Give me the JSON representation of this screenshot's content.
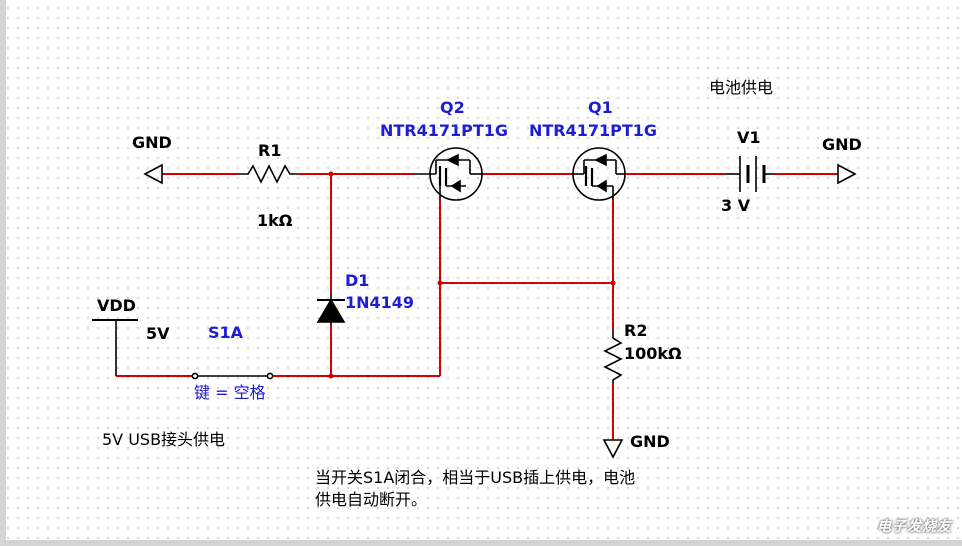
{
  "labels": {
    "battery_power": "电池供电",
    "gnd_left": "GND",
    "r1_name": "R1",
    "r1_value": "1kΩ",
    "q2_name": "Q2",
    "q2_part": "NTR4171PT1G",
    "q1_name": "Q1",
    "q1_part": "NTR4171PT1G",
    "v1_name": "V1",
    "v1_value": "3 V",
    "gnd_right": "GND",
    "d1_name": "D1",
    "d1_part": "1N4149",
    "vdd_name": "VDD",
    "vdd_value": "5V",
    "s1a_name": "S1A",
    "s1a_key": "键 = 空格",
    "r2_name": "R2",
    "r2_value": "100kΩ",
    "gnd_bottom": "GND",
    "usb_power": "5V USB接头供电",
    "note_line1": "当开关S1A闭合，相当于USB插上供电，电池",
    "note_line2": "供电自动断开。"
  },
  "watermark": "电子发烧友",
  "colors": {
    "wire": "#d40000",
    "component": "#000000",
    "label_blue": "#1d1dd6",
    "grid_dot": "#c9c9c9"
  }
}
